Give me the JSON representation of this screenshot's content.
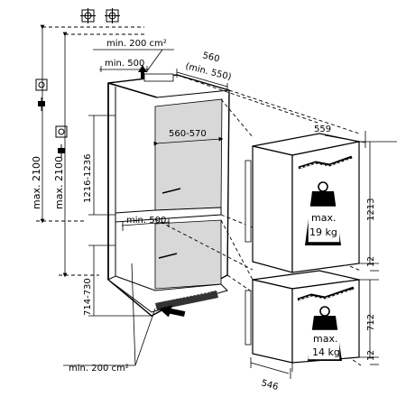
{
  "header_icons": {
    "left": "wall-socket-icon",
    "right": "wall-socket-icon"
  },
  "side_icons": {
    "socket_upper": "socket-icon",
    "plug_upper": "plug-icon",
    "socket_lower": "socket-icon",
    "plug_lower": "plug-icon"
  },
  "dimensions": {
    "max_2100_outer": "max. 2100",
    "max_2100_inner": "max. 2100",
    "vent_top": "min. 200 cm²",
    "min_500_top": "min. 500",
    "niche_depth": "560",
    "niche_depth_alt": "(min. 550)",
    "niche_width": "560-570",
    "niche_height_upper": "1216-1236",
    "min_500_middle": "min. 500",
    "niche_height_lower": "714-730",
    "vent_bottom": "min. 200 cm²",
    "upper_unit_width": "559",
    "upper_unit_height": "1213",
    "upper_gap": "12",
    "lower_unit_height": "712",
    "lower_gap": "12",
    "lower_unit_depth": "546"
  },
  "weights": {
    "upper_line1": "max.",
    "upper_line2": "19 kg",
    "lower_line1": "max.",
    "lower_line2": "14 kg"
  }
}
